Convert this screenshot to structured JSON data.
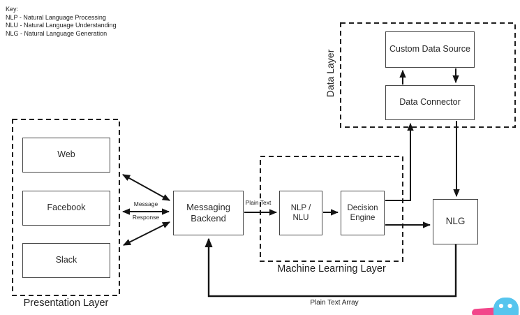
{
  "key": {
    "heading": "Key:",
    "entries": [
      "NLP - Natural Language Processing",
      "NLU - Natural Language Understanding",
      "NLG - Natural Language Generation"
    ]
  },
  "layers": {
    "presentation": "Presentation Layer",
    "machine_learning": "Machine Learning Layer",
    "data": "Data Layer"
  },
  "nodes": {
    "web": "Web",
    "facebook": "Facebook",
    "slack": "Slack",
    "messaging_backend": "Messaging Backend",
    "nlp_nlu": "NLP / NLU",
    "decision_engine": "Decision Engine",
    "nlg": "NLG",
    "custom_data_source": "Custom Data Source",
    "data_connector": "Data Connector"
  },
  "edge_labels": {
    "message": "Message",
    "response": "Response",
    "plain_text": "Plain Text",
    "plain_text_array": "Plain Text Array"
  },
  "colors": {
    "line": "#141414",
    "dashed_border": "#1f1f1f",
    "box_border": "#474747",
    "mascot_blue": "#56c5ee",
    "mascot_pink": "#f2468a"
  }
}
